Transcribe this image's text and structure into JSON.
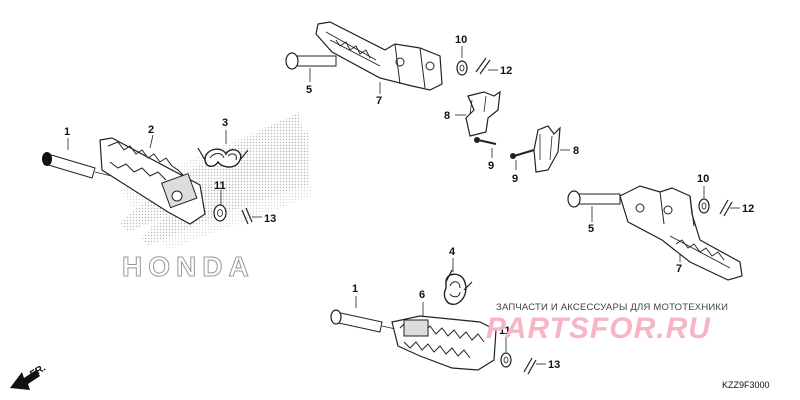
{
  "logo": {
    "text": "HONDA"
  },
  "watermark": {
    "caption": "ЗАПЧАСТИ И АКСЕССУАРЫ ДЛЯ МОТОТЕХНИКИ",
    "brand": "PARTSFOR.RU",
    "color": "#f8b4c4"
  },
  "diagram_code": "KZZ9F3000",
  "direction": {
    "label": "FR.",
    "icon": "arrow-front-icon"
  },
  "callouts": {
    "c1_upper": "1",
    "c2": "2",
    "c3": "3",
    "c11_upper": "11",
    "c13_upper": "13",
    "c5_upper": "5",
    "c7_upper": "7",
    "c10_upper": "10",
    "c12_upper": "12",
    "c8_left": "8",
    "c9_left": "9",
    "c9_right": "9",
    "c8_right": "8",
    "c10_right": "10",
    "c12_right": "12",
    "c5_right": "5",
    "c7_right": "7",
    "c4": "4",
    "c6": "6",
    "c1_lower": "1",
    "c11_lower": "11",
    "c13_lower": "13"
  }
}
